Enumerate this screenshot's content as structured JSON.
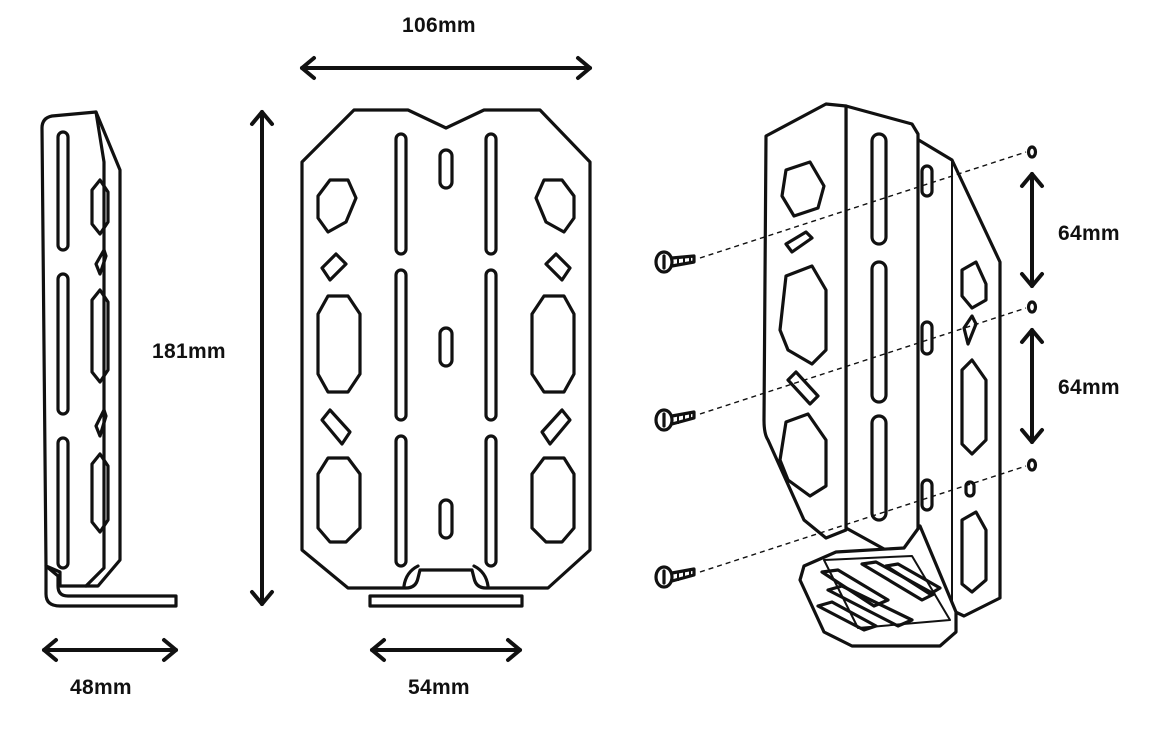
{
  "dimensions": {
    "top_width": "106mm",
    "height": "181mm",
    "side_depth": "48mm",
    "front_base": "54mm",
    "spacing_upper": "64mm",
    "spacing_lower": "64mm"
  },
  "colors": {
    "line": "#111111",
    "background": "#ffffff"
  }
}
